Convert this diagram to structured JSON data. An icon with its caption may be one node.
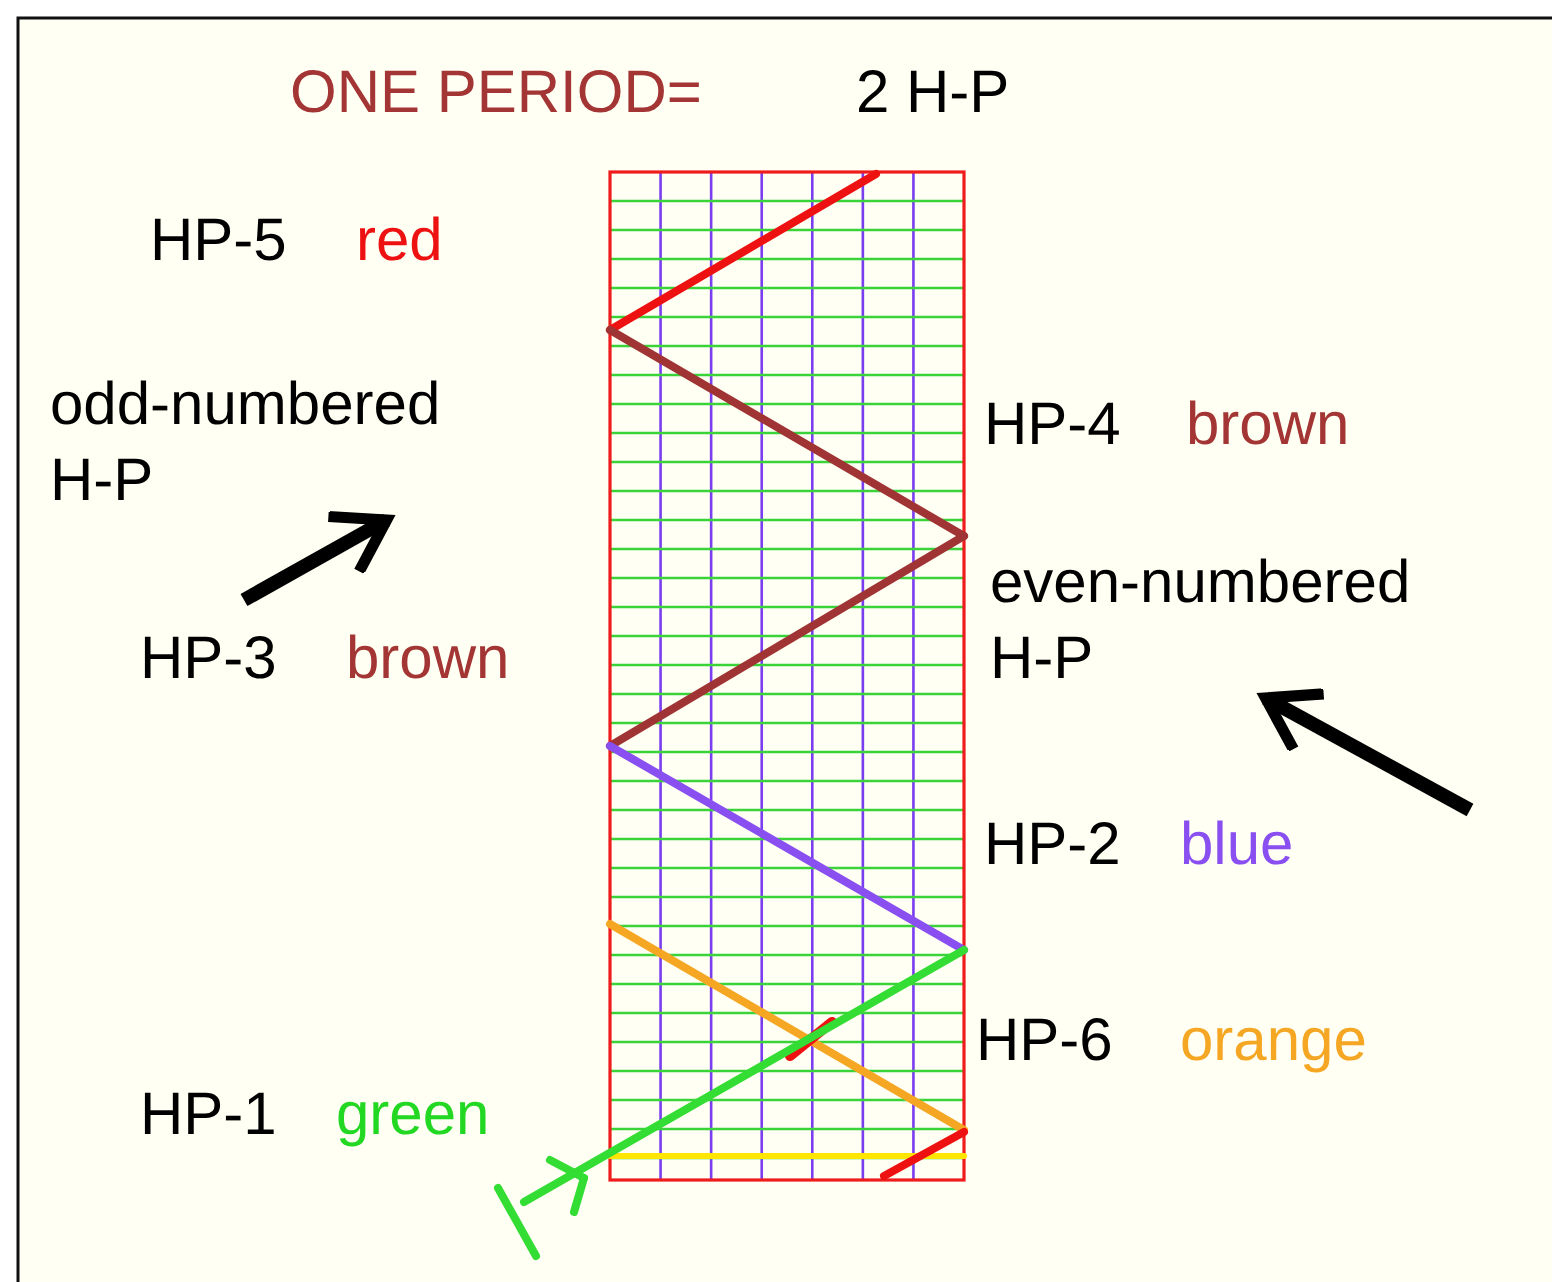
{
  "diagram": {
    "nodes": [
      {
        "text": [
          "odd-numbered H-P"
        ]
      },
      {
        "text": [
          "even-numbered H-P"
        ]
      }
    ],
    "edges": [
      {
        "from": null,
        "to": 0,
        "arrow": "to"
      },
      {
        "from": null,
        "to": 1,
        "arrow": "to"
      }
    ],
    "labels": [
      "ONE PERIOD=",
      "2 H-P",
      "HP-5",
      "red",
      "HP-4",
      "brown",
      "HP-3",
      "brown",
      "HP-2",
      "blue",
      "HP-6",
      "orange",
      "HP-1",
      "green"
    ]
  }
}
